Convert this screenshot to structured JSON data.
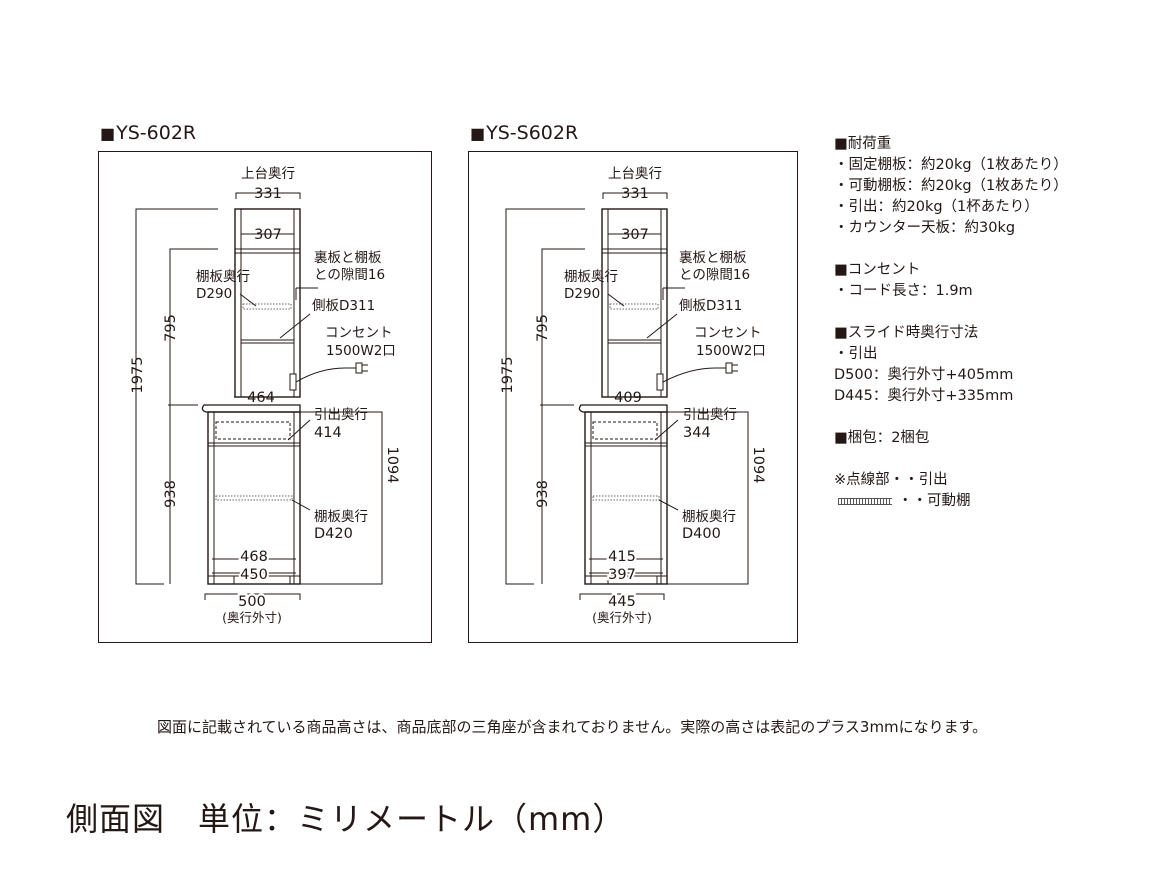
{
  "left": {
    "title": "YS-602R",
    "upper_depth_label": "上台奥行",
    "upper_depth": "331",
    "upper_inner": "307",
    "back_gap_label_1": "裏板と棚板",
    "back_gap_label_2": "との隙間16",
    "shelf_upper_label_1": "棚板奥行",
    "shelf_upper_label_2": "D290",
    "side_panel": "側板D311",
    "outlet_label_1": "コンセント",
    "outlet_label_2": "1500W2口",
    "height_total": "1975",
    "height_upper": "795",
    "height_lower": "938",
    "height_right": "1094",
    "counter_depth": "464",
    "drawer_label_1": "引出奥行",
    "drawer_label_2": "414",
    "shelf_lower_label_1": "棚板奥行",
    "shelf_lower_label_2": "D420",
    "bottom_inner_1": "468",
    "bottom_inner_2": "450",
    "outer_depth": "500",
    "outer_label": "(奥行外寸)"
  },
  "right": {
    "title": "YS-S602R",
    "upper_depth_label": "上台奥行",
    "upper_depth": "331",
    "upper_inner": "307",
    "back_gap_label_1": "裏板と棚板",
    "back_gap_label_2": "との隙間16",
    "shelf_upper_label_1": "棚板奥行",
    "shelf_upper_label_2": "D290",
    "side_panel": "側板D311",
    "outlet_label_1": "コンセント",
    "outlet_label_2": "1500W2口",
    "height_total": "1975",
    "height_upper": "795",
    "height_lower": "938",
    "height_right": "1094",
    "counter_depth": "409",
    "drawer_label_1": "引出奥行",
    "drawer_label_2": "344",
    "shelf_lower_label_1": "棚板奥行",
    "shelf_lower_label_2": "D400",
    "bottom_inner_1": "415",
    "bottom_inner_2": "397",
    "outer_depth": "445",
    "outer_label": "(奥行外寸)"
  },
  "specs": {
    "load_title": "■耐荷重",
    "load_items": [
      "・固定棚板：約20kg（1枚あたり）",
      "・可動棚板：約20kg（1枚あたり）",
      "・引出：約20kg（1杯あたり）",
      "・カウンター天板：約30kg"
    ],
    "outlet_title": "■コンセント",
    "outlet_items": [
      "・コード長さ：1.9m"
    ],
    "slide_title": "■スライド時奥行寸法",
    "slide_items": [
      "・引出",
      "D500：奥行外寸+405mm",
      "D445：奥行外寸+335mm"
    ],
    "package": "■梱包：2梱包",
    "legend_1": "※点線部・・引出",
    "legend_2": "・・可動棚"
  },
  "note": "図面に記載されている商品高さは、商品底部の三角座が含まれておりません。実際の高さは表記のプラス3mmになります。",
  "footer": "側面図　単位：ミリメートル（mm）"
}
